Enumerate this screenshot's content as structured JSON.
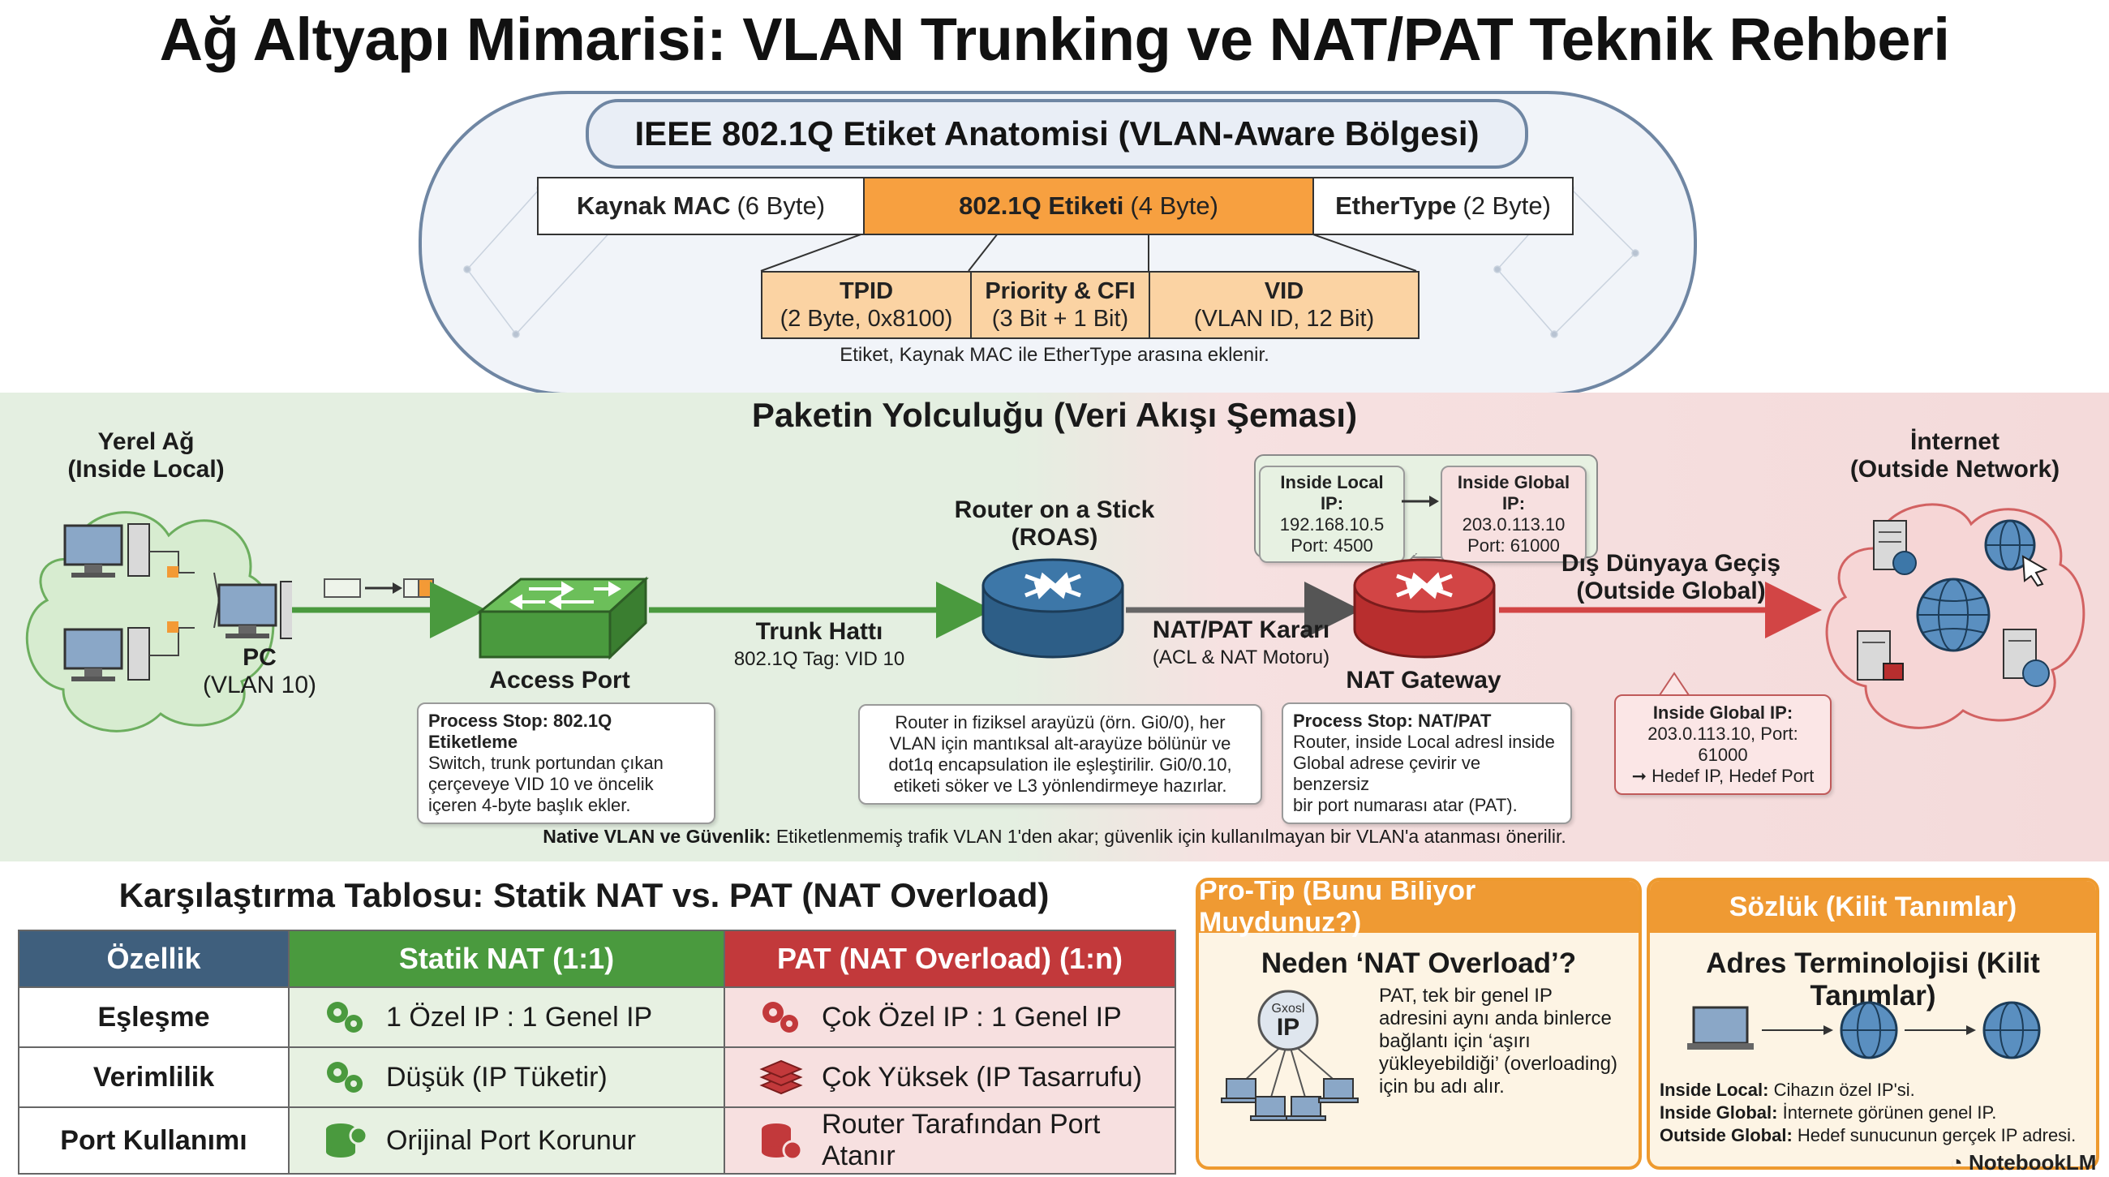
{
  "title": "Ağ Altyapı Mimarisi: VLAN Trunking ve NAT/PAT Teknik Rehberi",
  "tag_anatomy": {
    "title": "IEEE 802.1Q Etiket Anatomisi (VLAN-Aware Bölgesi)",
    "fields": [
      {
        "name": "Kaynak MAC",
        "size": "(6 Byte)"
      },
      {
        "name": "802.1Q Etiketi",
        "size": "(4 Byte)"
      },
      {
        "name": "EtherType",
        "size": "(2 Byte)"
      }
    ],
    "subfields": [
      {
        "name": "TPID",
        "detail": "(2 Byte, 0x8100)"
      },
      {
        "name": "Priority & CFI",
        "detail": "(3 Bit + 1 Bit)"
      },
      {
        "name": "VID",
        "detail": "(VLAN ID, 12 Bit)"
      }
    ],
    "note": "Etiket, Kaynak MAC ile EtherType arasına eklenir.",
    "colors": {
      "accent": "#f7a040",
      "sub": "#fbd3a3",
      "border": "#6f86a3"
    }
  },
  "flow": {
    "title": "Paketin Yolculuğu (Veri Akışı Şeması)",
    "local_net": {
      "title": "Yerel Ağ",
      "subtitle": "(Inside Local)"
    },
    "pc": {
      "title": "PC",
      "subtitle": "(VLAN 10)"
    },
    "access_port": "Access Port",
    "trunk": {
      "title": "Trunk Hattı",
      "subtitle": "802.1Q Tag: VID 10"
    },
    "roas": {
      "title": "Router on a Stick",
      "subtitle": "(ROAS)"
    },
    "nat_decision": {
      "title": "NAT/PAT Kararı",
      "subtitle": "(ACL & NAT Motoru)"
    },
    "nat_gateway": "NAT Gateway",
    "translation": {
      "local_label": "Inside Local IP:",
      "local_ip": "192.168.10.5",
      "local_port": "Port: 4500",
      "global_label": "Inside Global IP:",
      "global_ip": "203.0.113.10",
      "global_port": "Port: 61000"
    },
    "exit": {
      "title": "Dış Dünyaya Geçiş",
      "subtitle": "(Outside Global)"
    },
    "internet": {
      "title": "İnternet",
      "subtitle": "(Outside Network)"
    },
    "callout_switch": {
      "title": "Process Stop: 802.1Q Etiketleme",
      "lines": [
        "Switch, trunk portundan çıkan",
        "çerçeveye VID 10 ve öncelik",
        "içeren 4-byte başlık ekler."
      ]
    },
    "callout_router": {
      "lines": [
        "Router in fiziksel arayüzü (örn. Gi0/0), her",
        "VLAN için mantıksal alt-arayüze bölünür ve",
        "dot1q encapsulation ile eşleştirilir. Gi0/0.10,",
        "etiketi söker ve L3 yönlendirmeye hazırlar."
      ]
    },
    "callout_nat": {
      "title": "Process Stop: NAT/PAT",
      "lines": [
        "Router, inside Local adresl inside",
        "Global adrese çevirir ve benzersiz",
        "bir port numarası atar (PAT)."
      ]
    },
    "callout_global": {
      "title": "Inside Global IP:",
      "lines": [
        "203.0.113.10, Port: 61000",
        "➞ Hedef IP, Hedef Port"
      ]
    },
    "native_label": "Native VLAN ve Güvenlik:",
    "native_text": "Etiketlenmemiş trafik VLAN 1'den akar; güvenlik için kullanılmayan bir VLAN'a atanması önerilir.",
    "colors": {
      "green": "#4a9a3e",
      "red": "#d24545",
      "router_blue": "#3d77a8"
    }
  },
  "table": {
    "title": "Karşılaştırma Tablosu: Statik NAT vs. PAT (NAT Overload)",
    "headers": [
      "Özellik",
      "Statik NAT (1:1)",
      "PAT (NAT Overload) (1:n)"
    ],
    "rows": [
      {
        "feature": "Eşleşme",
        "static": "1 Özel IP : 1 Genel IP",
        "pat": "Çok Özel IP : 1 Genel IP",
        "static_icon": "gears-icon",
        "pat_icon": "gears-icon"
      },
      {
        "feature": "Verimlilik",
        "static": "Düşük (IP Tüketir)",
        "pat": "Çok Yüksek (IP Tasarrufu)",
        "static_icon": "gears-icon",
        "pat_icon": "stack-icon"
      },
      {
        "feature": "Port Kullanımı",
        "static": "Orijinal Port Korunur",
        "pat": "Router Tarafından Port Atanır",
        "static_icon": "database-gear-icon",
        "pat_icon": "database-ip-icon"
      }
    ],
    "colors": {
      "feature": "#3f5f7d",
      "static": "#4a9a3e",
      "pat": "#c2393b"
    }
  },
  "pro_tip": {
    "header": "Pro-Tip (Bunu Biliyor Muydunuz?)",
    "subtitle": "Neden ‘NAT Overload’?",
    "hub_small": "Gxosl",
    "hub_big": "IP",
    "text": "PAT, tek bir genel IP adresini aynı anda binlerce bağlantı için ‘aşırı yükleyebildiği’ (overloading) için bu adı alır."
  },
  "glossary": {
    "header": "Sözlük (Kilit Tanımlar)",
    "subtitle": "Adres Terminolojisi (Kilit Tanımlar)",
    "items": [
      {
        "term": "Inside Local:",
        "desc": "Cihazın özel IP'si."
      },
      {
        "term": "Inside Global:",
        "desc": "İnternete görünen genel IP."
      },
      {
        "term": "Outside Global:",
        "desc": "Hedef sunucunun gerçek IP adresi."
      }
    ]
  },
  "brand": "NotebookLM"
}
